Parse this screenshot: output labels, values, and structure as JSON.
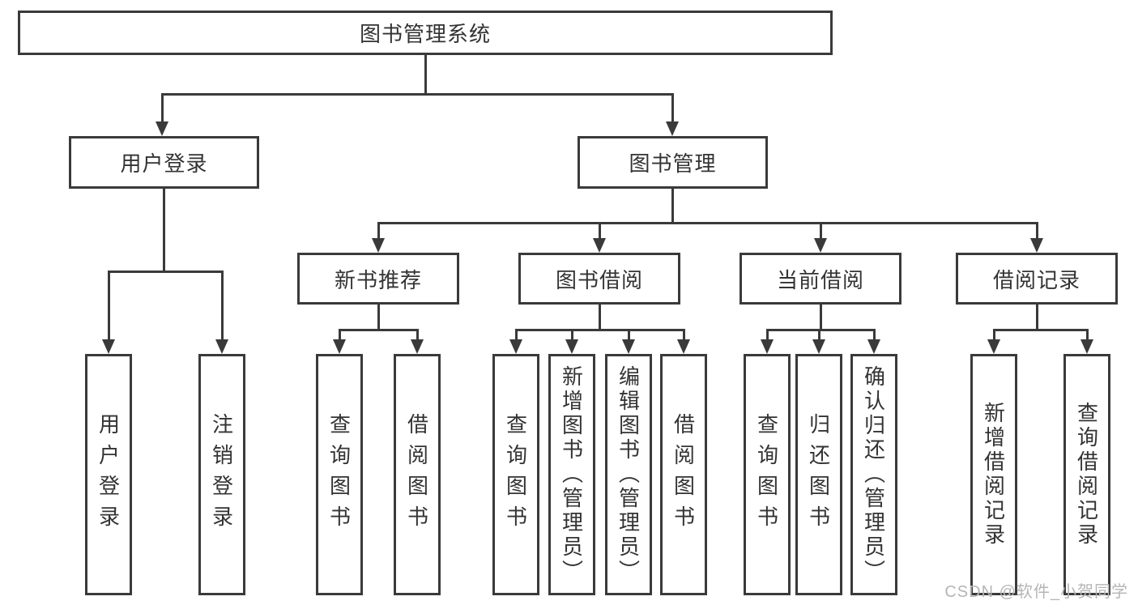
{
  "diagram_title": "图书管理系统",
  "colors": {
    "line": "#3a3a3a",
    "text": "#333333",
    "background": "#ffffff",
    "watermark": "#b5b5b5"
  },
  "nodes": {
    "root": {
      "label": "图书管理系统"
    },
    "level2": [
      {
        "id": "user-login",
        "label": "用户登录"
      },
      {
        "id": "book-mgmt",
        "label": "图书管理"
      }
    ],
    "level3": [
      {
        "id": "new-books",
        "label": "新书推荐"
      },
      {
        "id": "book-borrow",
        "label": "图书借阅"
      },
      {
        "id": "current-borrow",
        "label": "当前借阅"
      },
      {
        "id": "borrow-records",
        "label": "借阅记录"
      }
    ],
    "leaves": {
      "user_login": [
        "用户登录",
        "注销登录"
      ],
      "new_books": [
        "查询图书",
        "借阅图书"
      ],
      "book_borrow": [
        "查询图书",
        "新增图书（管理员）",
        "编辑图书（管理员）",
        "借阅图书"
      ],
      "current_borrow": [
        "查询图书",
        "归还图书",
        "确认归还（管理员）"
      ],
      "borrow_records": [
        "新增借阅记录",
        "查询借阅记录"
      ]
    }
  },
  "watermark": "CSDN @软件_小贺同学"
}
